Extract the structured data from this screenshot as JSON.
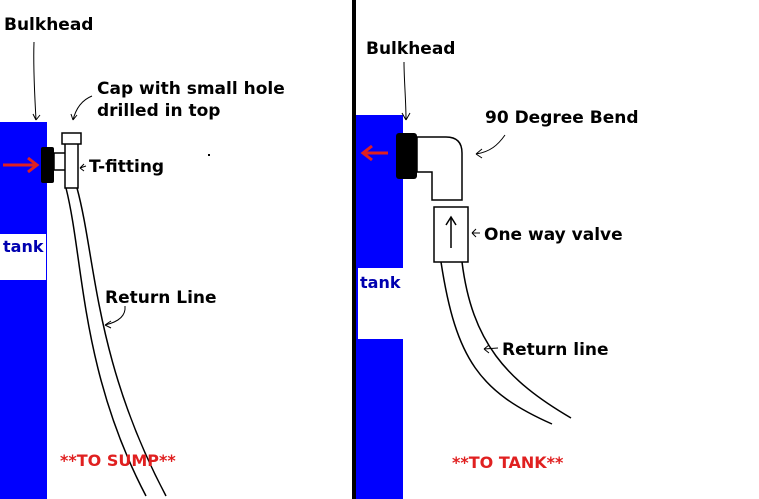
{
  "colors": {
    "tank_blue": "#0000ff",
    "tank_label_blue": "#0000b0",
    "arrow_red": "#e02020",
    "bulkhead_black": "#000000",
    "background": "#ffffff"
  },
  "left_panel": {
    "bulkhead_label": "Bulkhead",
    "cap_label_line1": "Cap with small hole",
    "cap_label_line2": "drilled in top",
    "tfitting_label": "T-fitting",
    "tank_label": "tank",
    "return_label": "Return Line",
    "destination_label": "**TO SUMP**"
  },
  "right_panel": {
    "bulkhead_label": "Bulkhead",
    "bend_label": "90 Degree Bend",
    "valve_label": "One way valve",
    "tank_label": "tank",
    "return_label": "Return line",
    "destination_label": "**TO TANK**"
  }
}
